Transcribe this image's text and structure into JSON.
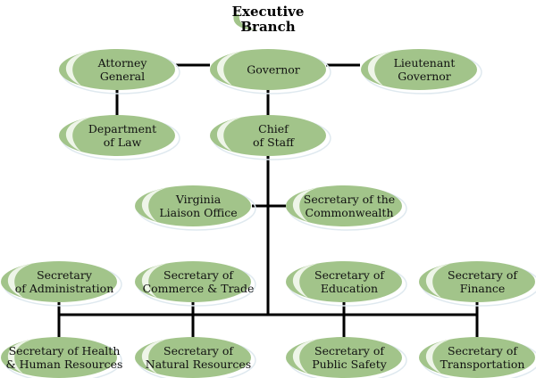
{
  "title": [
    "Executive",
    "Branch"
  ],
  "colors": {
    "node_fill": "#a2c48a",
    "node_highlight": "#eef5e8",
    "connector": "#000000"
  },
  "nodes": [
    {
      "id": "attorney-general",
      "lines": [
        "Attorney",
        "General"
      ]
    },
    {
      "id": "governor",
      "lines": [
        "Governor"
      ]
    },
    {
      "id": "lieutenant-governor",
      "lines": [
        "Lieutenant",
        "Governor"
      ]
    },
    {
      "id": "department-of-law",
      "lines": [
        "Department",
        "of Law"
      ]
    },
    {
      "id": "chief-of-staff",
      "lines": [
        "Chief",
        "of Staff"
      ]
    },
    {
      "id": "virginia-liaison-office",
      "lines": [
        "Virginia",
        "Liaison Office"
      ]
    },
    {
      "id": "secretary-of-the-commonwealth",
      "lines": [
        "Secretary of the",
        "Commonwealth"
      ]
    },
    {
      "id": "secretary-of-administration",
      "lines": [
        "Secretary",
        "of Administration"
      ]
    },
    {
      "id": "secretary-of-commerce-trade",
      "lines": [
        "Secretary of",
        "Commerce & Trade"
      ]
    },
    {
      "id": "secretary-of-education",
      "lines": [
        "Secretary of",
        "Education"
      ]
    },
    {
      "id": "secretary-of-finance",
      "lines": [
        "Secretary of",
        "Finance"
      ]
    },
    {
      "id": "secretary-of-health-human-resources",
      "lines": [
        "Secretary of Health",
        "& Human Resources"
      ]
    },
    {
      "id": "secretary-of-natural-resources",
      "lines": [
        "Secretary of",
        "Natural Resources"
      ]
    },
    {
      "id": "secretary-of-public-safety",
      "lines": [
        "Secretary of",
        "Public Safety"
      ]
    },
    {
      "id": "secretary-of-transportation",
      "lines": [
        "Secretary of",
        "Transportation"
      ]
    }
  ],
  "edges": [
    [
      "governor",
      "attorney-general"
    ],
    [
      "governor",
      "lieutenant-governor"
    ],
    [
      "attorney-general",
      "department-of-law"
    ],
    [
      "governor",
      "chief-of-staff"
    ],
    [
      "chief-of-staff",
      "virginia-liaison-office"
    ],
    [
      "chief-of-staff",
      "secretary-of-the-commonwealth"
    ],
    [
      "chief-of-staff",
      "secretary-of-administration"
    ],
    [
      "chief-of-staff",
      "secretary-of-commerce-trade"
    ],
    [
      "chief-of-staff",
      "secretary-of-education"
    ],
    [
      "chief-of-staff",
      "secretary-of-finance"
    ],
    [
      "chief-of-staff",
      "secretary-of-health-human-resources"
    ],
    [
      "chief-of-staff",
      "secretary-of-natural-resources"
    ],
    [
      "chief-of-staff",
      "secretary-of-public-safety"
    ],
    [
      "chief-of-staff",
      "secretary-of-transportation"
    ]
  ]
}
